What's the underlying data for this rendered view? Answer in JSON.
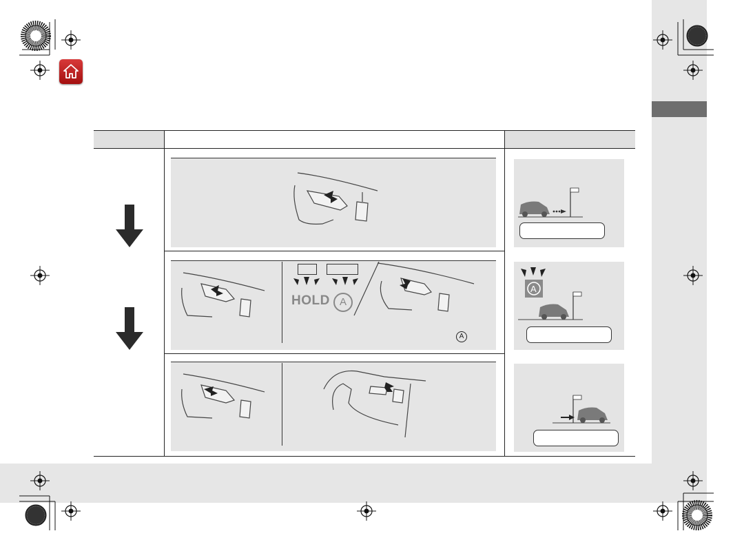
{
  "page": {
    "home_icon": "home-icon",
    "accent_color": "#c4161c",
    "band_color": "#e6e6e6",
    "tab_color": "#6e6e6e"
  },
  "indicators": {
    "hold": "HOLD",
    "auto_symbol": "A",
    "small_auto_symbol": "A"
  },
  "rows": [
    {
      "name": "step-1",
      "has_arrow": true
    },
    {
      "name": "step-2",
      "has_arrow": true
    },
    {
      "name": "step-3",
      "has_arrow": false
    }
  ]
}
